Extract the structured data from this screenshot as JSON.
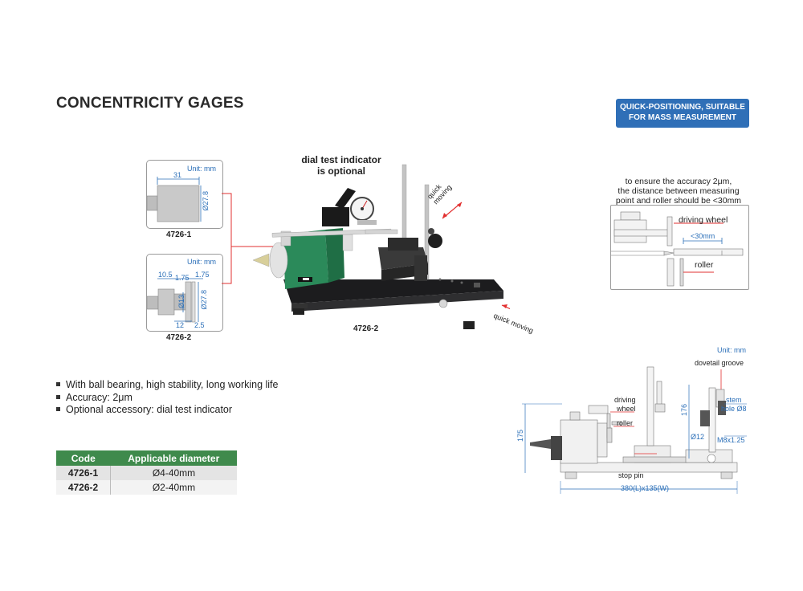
{
  "title": "CONCENTRICITY GAGES",
  "badge": {
    "line1": "QUICK-POSITIONING, SUITABLE",
    "line2": "FOR MASS MEASUREMENT"
  },
  "dial_note": {
    "line1": "dial test indicator",
    "line2": "is optional"
  },
  "diagram1": {
    "unit": "Unit: mm",
    "width": "31",
    "diameter": "Ø27.8",
    "caption": "4726-1"
  },
  "diagram2": {
    "unit": "Unit: mm",
    "d1": "10.5",
    "d2": "1.75",
    "d3": "1.75",
    "dia1": "Ø13",
    "dia2": "Ø27.8",
    "d4": "12",
    "d5": "2.5",
    "caption": "4726-2"
  },
  "photo": {
    "caption": "4726-2",
    "quick_moving_1a": "quick",
    "quick_moving_1b": "moving",
    "quick_moving_2": "quick moving"
  },
  "accuracy_box": {
    "note1": "to ensure the accuracy 2μm,",
    "note2": "the distance between measuring",
    "note3": "point and roller should be <30mm",
    "driving_wheel": "driving wheel",
    "distance": "<30mm",
    "roller": "roller"
  },
  "features": [
    "With ball bearing, high stability, long working life",
    "Accuracy: 2μm",
    "Optional accessory: dial test indicator"
  ],
  "table": {
    "headers": [
      "Code",
      "Applicable diameter"
    ],
    "rows": [
      {
        "code": "4726-1",
        "diameter": "Ø4-40mm"
      },
      {
        "code": "4726-2",
        "diameter": "Ø2-40mm"
      }
    ]
  },
  "drawing": {
    "unit": "Unit: mm",
    "dovetail": "dovetail groove",
    "driving1": "driving",
    "driving2": "wheel",
    "roller": "roller",
    "stem1": "stem",
    "stem2": "hole Ø8",
    "h176": "176",
    "h175": "175",
    "d12": "Ø12",
    "m8": "M8x1.25",
    "stop_pin": "stop pin",
    "footprint": "380(L)x135(W)"
  }
}
